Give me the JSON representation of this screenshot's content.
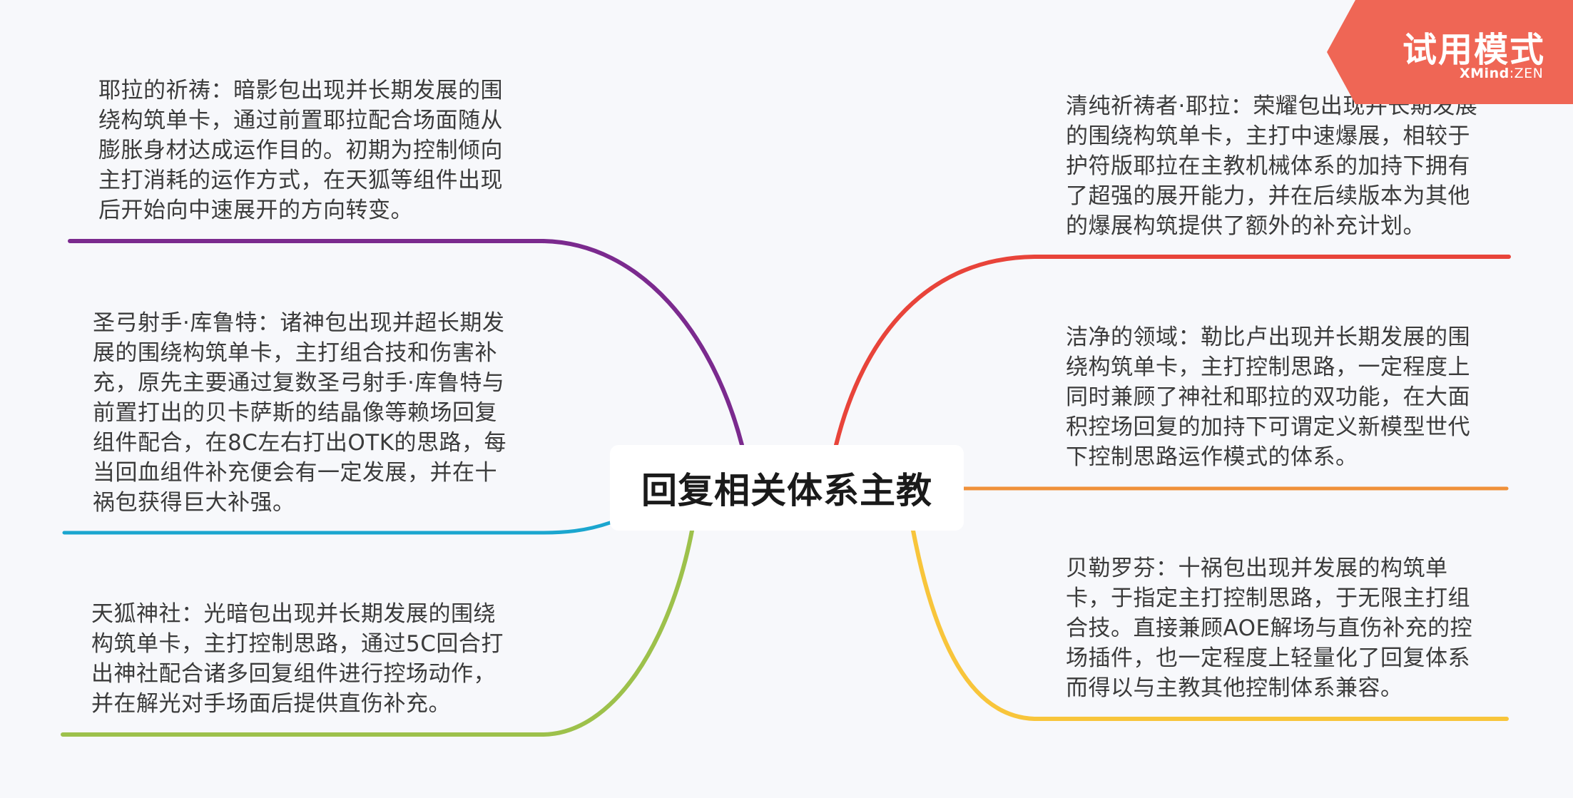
{
  "central_topic": "回复相关体系主教",
  "watermark": {
    "label": "试用模式",
    "brand_main": "XMind",
    "brand_sep": ":",
    "brand_sub": "ZEN"
  },
  "colors": {
    "purple": "#7b2a8e",
    "blue": "#1ba6cf",
    "green": "#9dc14b",
    "red": "#e8443a",
    "orange": "#f0913a",
    "yellow": "#f8c53b",
    "banner": "#ef6655"
  },
  "topics": {
    "left_top": "耶拉的祈祷：暗影包出现并长期发展的围\n绕构筑单卡，通过前置耶拉配合场面随从\n膨胀身材达成运作目的。初期为控制倾向\n主打消耗的运作方式，在天狐等组件出现\n后开始向中速展开的方向转变。",
    "left_mid": "圣弓射手·库鲁特：诸神包出现并超长期发\n展的围绕构筑单卡，主打组合技和伤害补\n充，原先主要通过复数圣弓射手·库鲁特与\n前置打出的贝卡萨斯的结晶像等赖场回复\n组件配合，在8C左右打出OTK的思路，每\n当回血组件补充便会有一定发展，并在十\n祸包获得巨大补强。",
    "left_bot": "天狐神社：光暗包出现并长期发展的围绕\n构筑单卡，主打控制思路，通过5C回合打\n出神社配合诸多回复组件进行控场动作，\n并在解光对手场面后提供直伤补充。",
    "right_top": "清纯祈祷者·耶拉：荣耀包出现并长期发展\n的围绕构筑单卡，主打中速爆展，相较于\n护符版耶拉在主教机械体系的加持下拥有\n了超强的展开能力，并在后续版本为其他\n的爆展构筑提供了额外的补充计划。",
    "right_mid": "洁净的领域：勒比卢出现并长期发展的围\n绕构筑单卡，主打控制思路，一定程度上\n同时兼顾了神社和耶拉的双功能，在大面\n积控场回复的加持下可谓定义新模型世代\n下控制思路运作模式的体系。",
    "right_bot": "贝勒罗芬：十祸包出现并发展的构筑单\n卡，于指定主打控制思路，于无限主打组\n合技。直接兼顾AOE解场与直伤补充的控\n场插件，也一定程度上轻量化了回复体系\n而得以与主教其他控制体系兼容。"
  }
}
